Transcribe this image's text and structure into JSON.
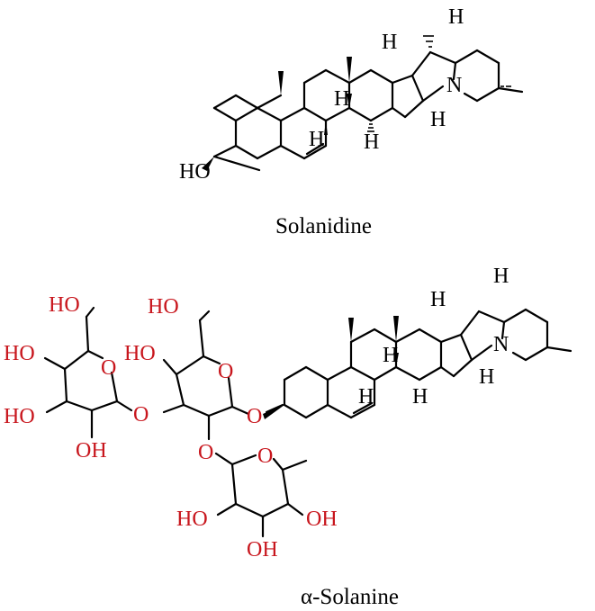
{
  "colors": {
    "black": "#000000",
    "oxygen_red": "#c8161d",
    "background": "#ffffff"
  },
  "molecules": [
    {
      "caption": "Solanidine",
      "labels": {
        "hydroxyl": "HO",
        "nitrogen": "N",
        "hydrogen": "H"
      }
    },
    {
      "caption": "α-Solanine",
      "labels": {
        "nitrogen": "N",
        "hydrogen": "H",
        "oxygen": "O",
        "ho": "HO",
        "oh": "OH"
      }
    }
  ]
}
